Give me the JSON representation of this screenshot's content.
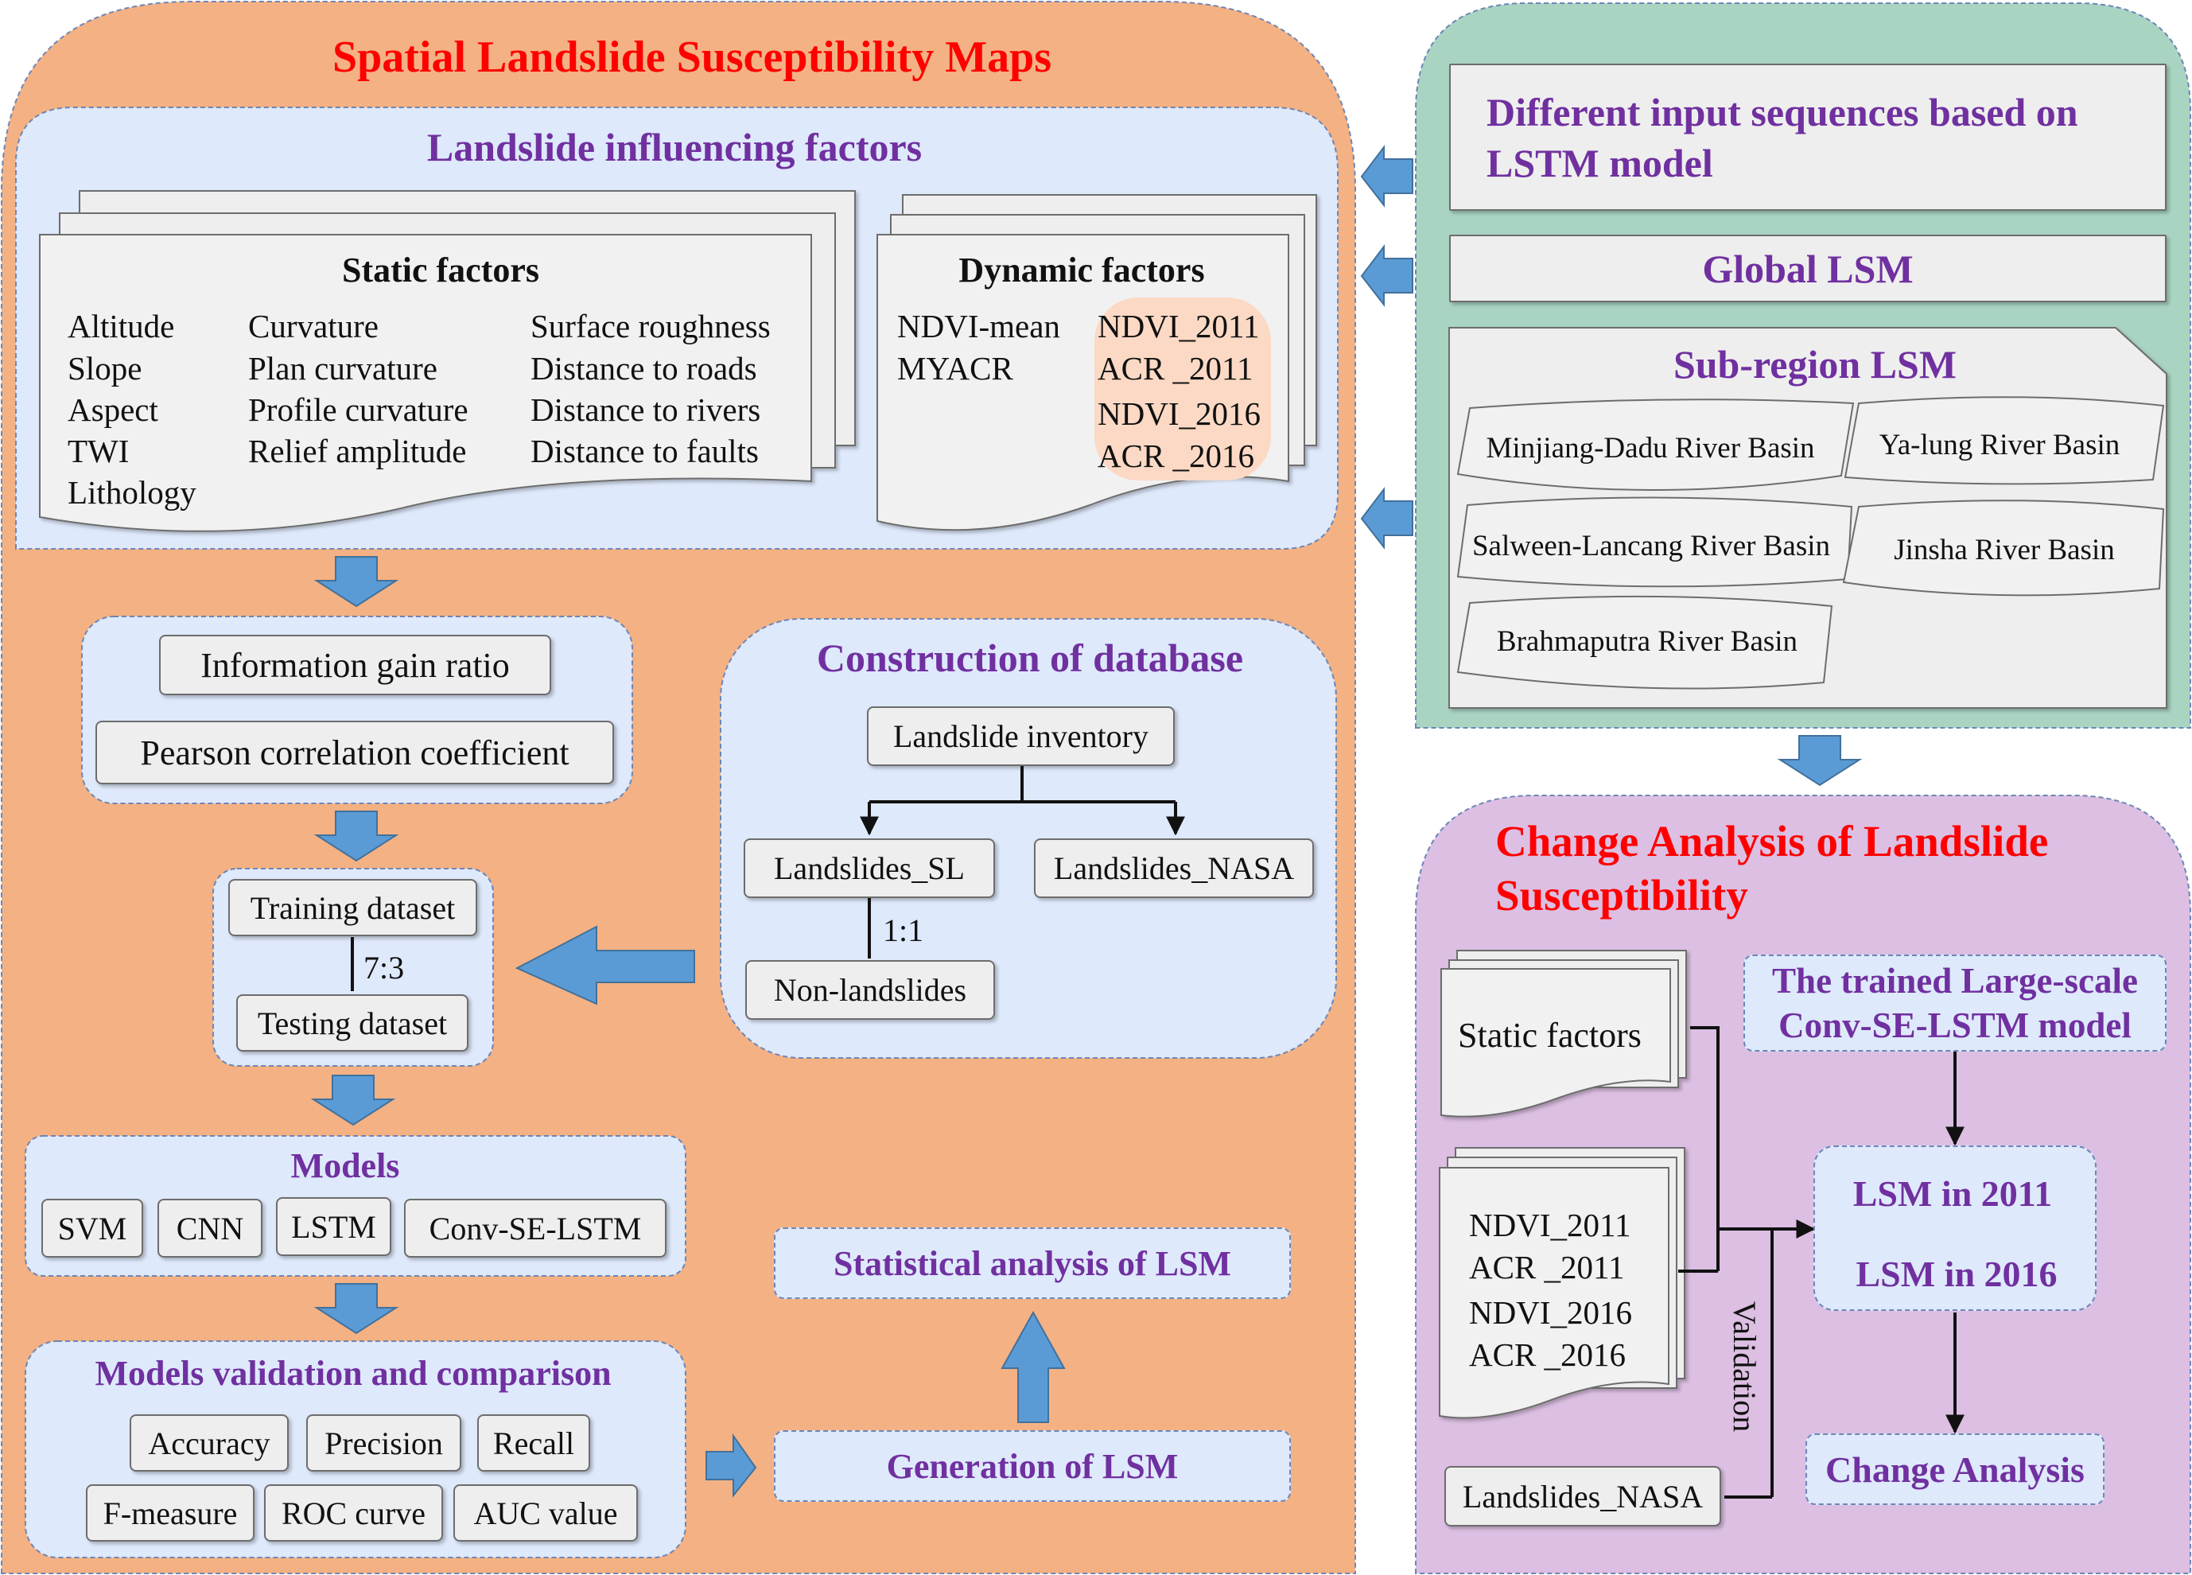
{
  "spatial": {
    "title": "Spatial Landslide Susceptibility Maps",
    "influencing_title": "Landslide influencing factors",
    "static_factors": {
      "title": "Static factors",
      "col1": [
        "Altitude",
        "Slope",
        "Aspect",
        "TWI",
        "Lithology"
      ],
      "col2": [
        "Curvature",
        "Plan curvature",
        "Profile curvature",
        "Relief amplitude"
      ],
      "col3": [
        "Surface roughness",
        "Distance to roads",
        "Distance to rivers",
        "Distance to faults"
      ]
    },
    "dynamic_factors": {
      "title": "Dynamic factors",
      "left": [
        "NDVI-mean",
        "MYACR"
      ],
      "right": [
        "NDVI_2011",
        "ACR _2011",
        "NDVI_2016",
        "ACR _2016"
      ]
    },
    "selection": [
      "Information gain ratio",
      "Pearson correlation coefficient"
    ],
    "split": {
      "training": "Training dataset",
      "ratio": "7:3",
      "testing": "Testing dataset"
    },
    "database": {
      "title": "Construction of database",
      "inventory": "Landslide inventory",
      "sl": "Landslides_SL",
      "nasa": "Landslides_NASA",
      "ratio": "1:1",
      "non": "Non-landslides"
    },
    "models": {
      "title": "Models",
      "items": [
        "SVM",
        "CNN",
        "LSTM",
        "Conv-SE-LSTM"
      ]
    },
    "validation": {
      "title": "Models validation and comparison",
      "row1": [
        "Accuracy",
        "Precision",
        "Recall"
      ],
      "row2": [
        "F-measure",
        "ROC curve",
        "AUC value"
      ]
    },
    "statistical": "Statistical analysis of LSM",
    "generation": "Generation of LSM"
  },
  "lstm": {
    "sequences": "Different input sequences based on LSTM model",
    "global": "Global LSM",
    "subregion_title": "Sub-region LSM",
    "basins": [
      "Minjiang-Dadu River Basin",
      "Ya-lung River Basin",
      "Salween-Lancang River Basin",
      "Jinsha River Basin",
      "Brahmaputra River Basin"
    ]
  },
  "change": {
    "title": "Change Analysis of Landslide Susceptibility",
    "static": "Static factors",
    "dynamic": [
      "NDVI_2011",
      "ACR _2011",
      "NDVI_2016",
      "ACR _2016"
    ],
    "nasa": "Landslides_NASA",
    "validation_label": "Validation",
    "trained_model": "The trained Large-scale Conv-SE-LSTM model",
    "lsm_2011": "LSM in 2011",
    "lsm_2016": "LSM in 2016",
    "change_analysis": "Change Analysis"
  },
  "colors": {
    "orange_panel": "#f4b183",
    "green_panel": "#a9d4c2",
    "purple_panel": "#dcbfe2",
    "blue_box": "#dee9fb",
    "arrow": "#5b9bd5",
    "title_red": "#ff0000",
    "title_purple": "#7030a0"
  }
}
